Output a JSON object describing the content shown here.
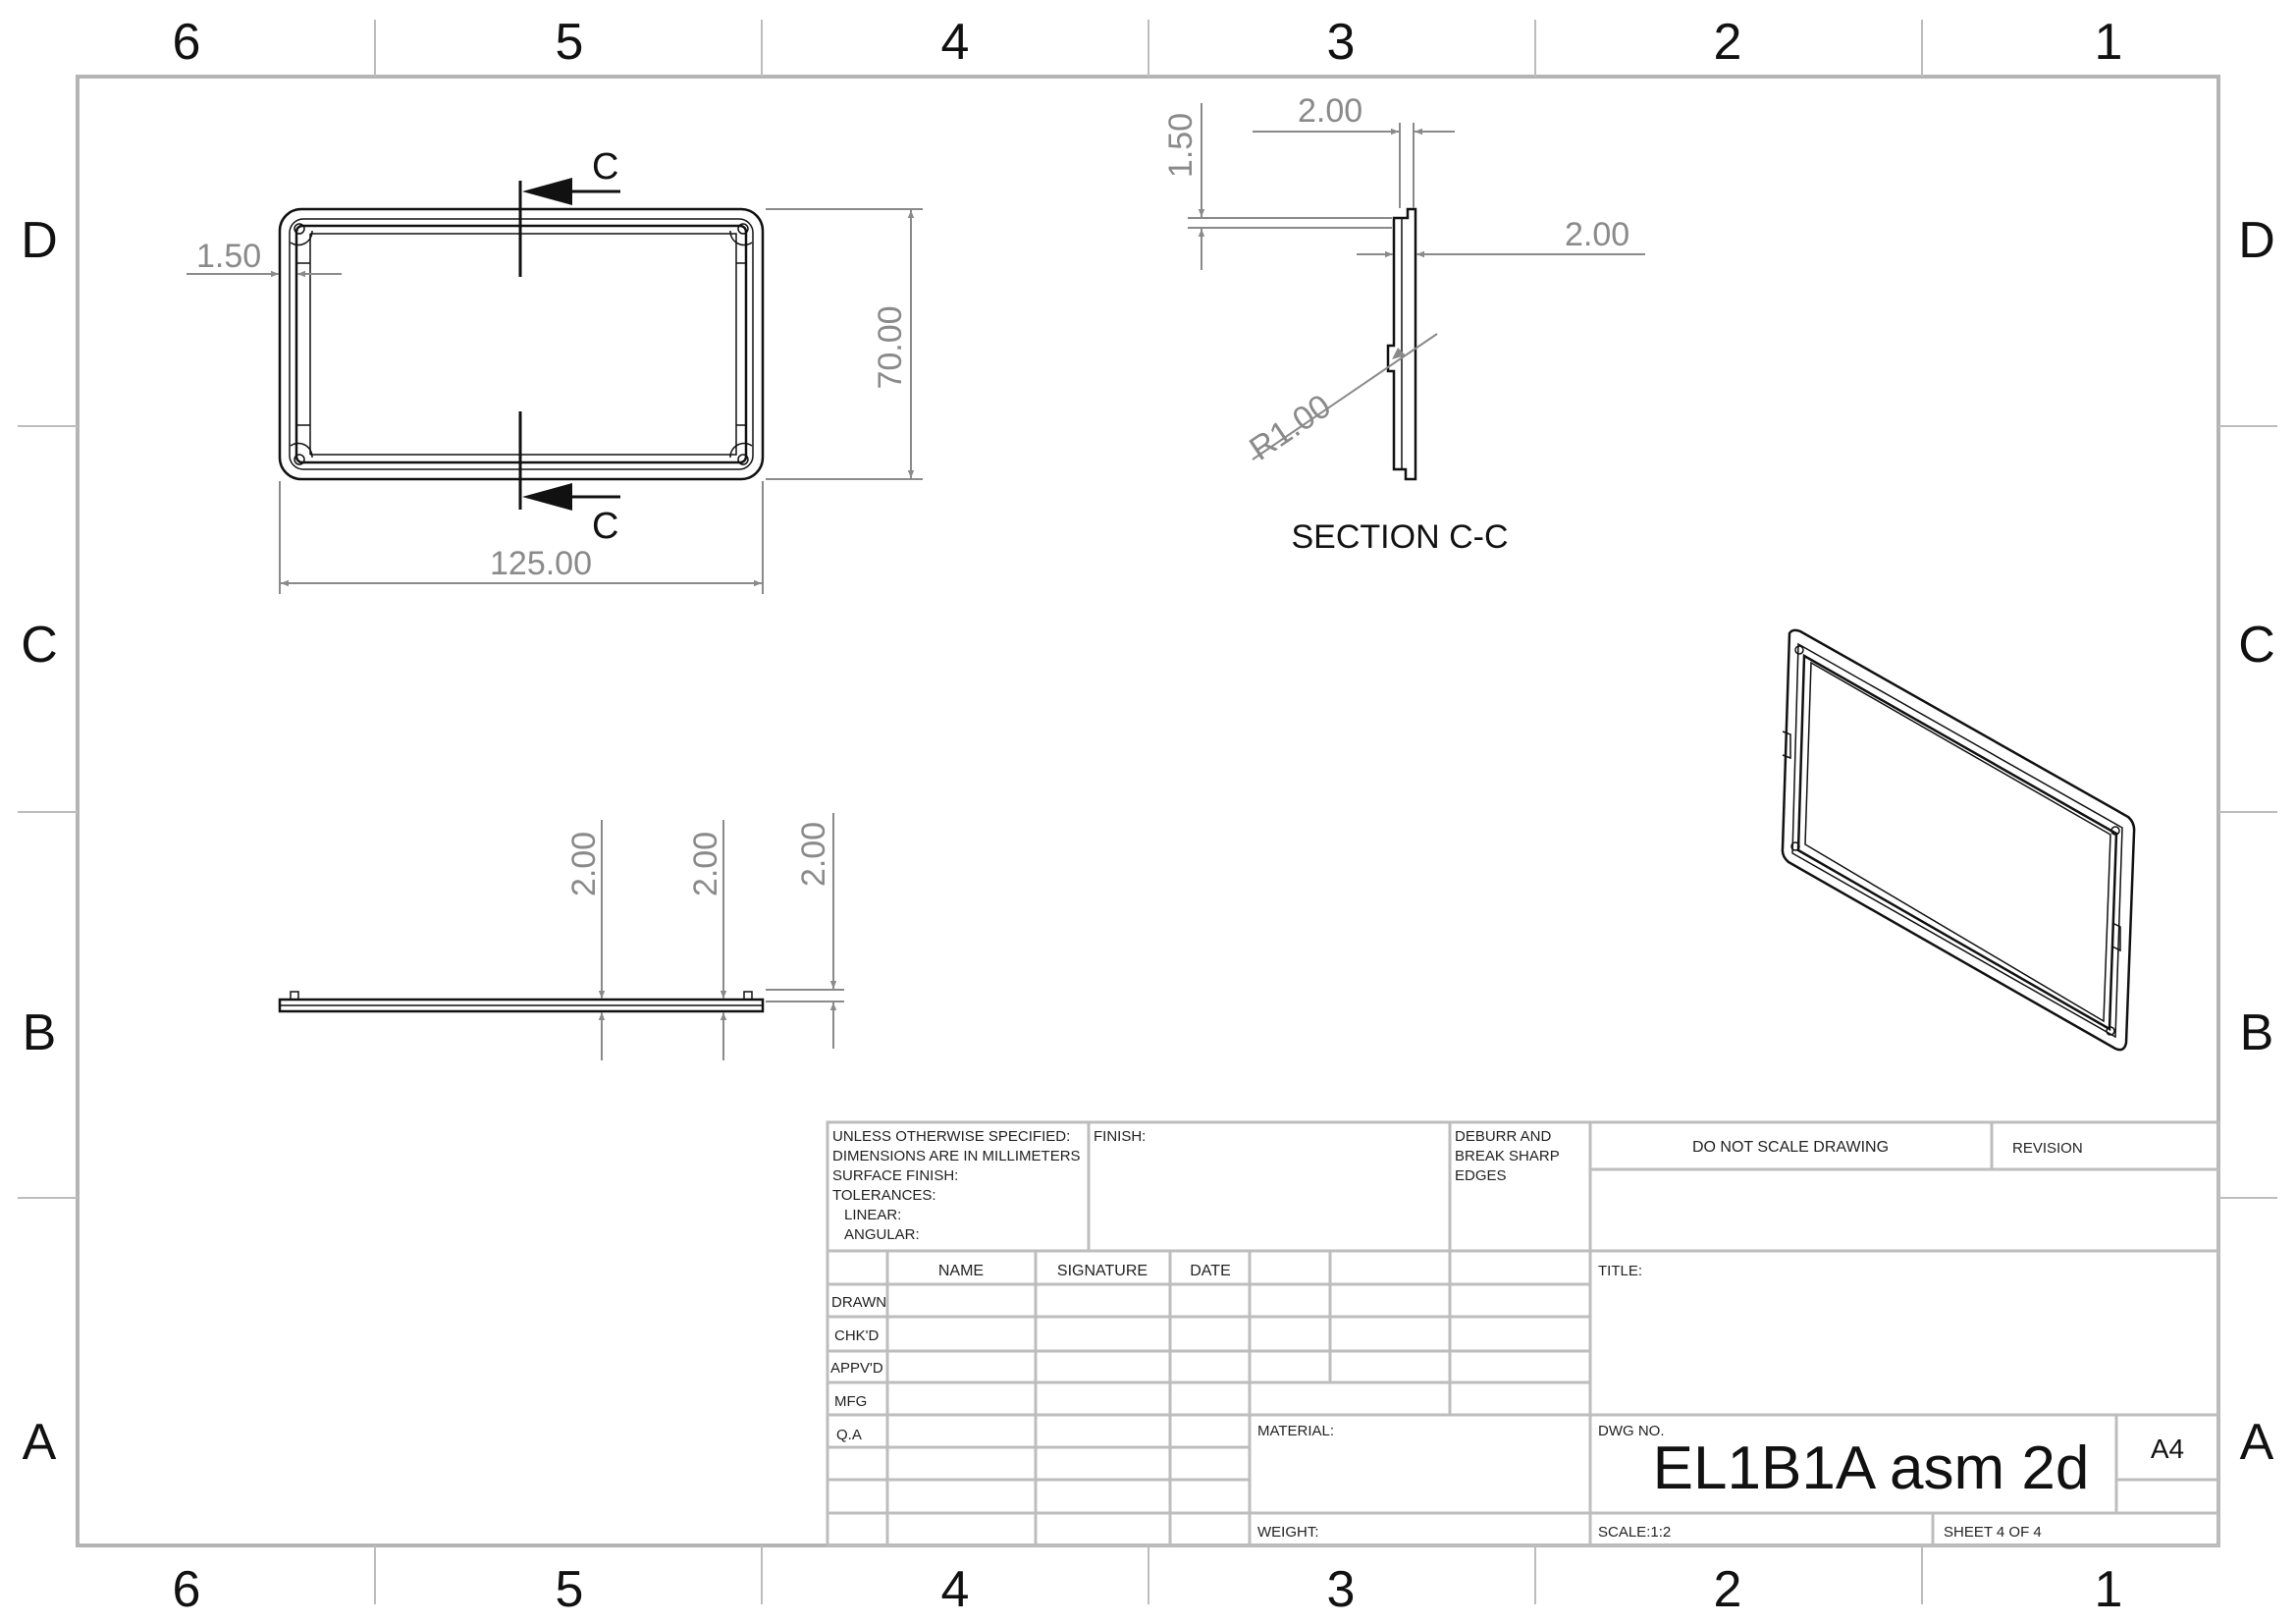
{
  "border": {
    "columns_top": [
      "6",
      "5",
      "4",
      "3",
      "2",
      "1"
    ],
    "columns_bottom": [
      "6",
      "5",
      "4",
      "3",
      "2",
      "1"
    ],
    "rows_left": [
      "D",
      "C",
      "B",
      "A"
    ],
    "rows_right": [
      "D",
      "C",
      "B",
      "A"
    ]
  },
  "front_view": {
    "section_label_top": "C",
    "section_label_bottom": "C",
    "dim_wall": "1.50",
    "dim_height": "70.00",
    "dim_width": "125.00"
  },
  "section_view": {
    "title": "SECTION C-C",
    "dim_step_height": "1.50",
    "dim_top_width": "2.00",
    "dim_wall": "2.00",
    "dim_radius": "R1.00"
  },
  "side_view": {
    "dims": [
      "2.00",
      "2.00",
      "2.00"
    ]
  },
  "title_block": {
    "notes": [
      "UNLESS OTHERWISE SPECIFIED:",
      "DIMENSIONS ARE IN MILLIMETERS",
      "SURFACE FINISH:",
      "TOLERANCES:",
      "  LINEAR:",
      "  ANGULAR:"
    ],
    "finish_label": "FINISH:",
    "deburr": [
      "DEBURR AND",
      "BREAK SHARP",
      "EDGES"
    ],
    "do_not_scale": "DO NOT SCALE DRAWING",
    "revision_label": "REVISION",
    "headers": [
      "NAME",
      "SIGNATURE",
      "DATE"
    ],
    "roles": [
      "DRAWN",
      "CHK'D",
      "APPV'D",
      "MFG",
      "Q.A"
    ],
    "title_label": "TITLE:",
    "material_label": "MATERIAL:",
    "weight_label": "WEIGHT:",
    "dwg_no_label": "DWG NO.",
    "dwg_no": "EL1B1A asm 2d",
    "size": "A4",
    "scale": "SCALE:1:2",
    "sheet": "SHEET 4 OF 4"
  }
}
